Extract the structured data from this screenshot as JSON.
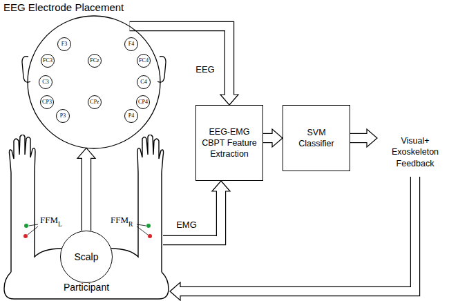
{
  "diagram": {
    "nodes": [
      {
        "text": [
          "EEG Electrode Placement"
        ]
      },
      {
        "text": [
          "F3"
        ],
        "in": 0
      },
      {
        "text": [
          "F4"
        ],
        "in": 0
      },
      {
        "text": [
          "FC3"
        ],
        "in": 0
      },
      {
        "text": [
          "FCz"
        ],
        "in": 0
      },
      {
        "text": [
          "FC4"
        ],
        "in": 0
      },
      {
        "text": [
          "C3"
        ],
        "in": 0
      },
      {
        "text": [
          "C4"
        ],
        "in": 0
      },
      {
        "text": [
          "CP3"
        ],
        "in": 0
      },
      {
        "text": [
          "CPz"
        ],
        "in": 0
      },
      {
        "text": [
          "CP4"
        ],
        "in": 0
      },
      {
        "text": [
          "P3"
        ],
        "in": 0
      },
      {
        "text": [
          "P4"
        ],
        "in": 0
      },
      {
        "text": [
          "Participant"
        ]
      },
      {
        "text": [
          "Scalp"
        ],
        "in": 13
      },
      {
        "text": [
          "EEG-EMG CBPT Feature Extraction"
        ]
      },
      {
        "text": [
          "SVM Classifier"
        ]
      },
      {
        "text": [
          "Visual+ Exoskeleton Feedback"
        ]
      }
    ],
    "edges": [
      {
        "from": 0,
        "to": 15,
        "arrow": "to",
        "label": "EEG"
      },
      {
        "from": 13,
        "to": 15,
        "arrow": "to",
        "label": "EMG"
      },
      {
        "from": 14,
        "to": 0,
        "arrow": "to"
      },
      {
        "from": 15,
        "to": 16,
        "arrow": "to"
      },
      {
        "from": 16,
        "to": 17,
        "arrow": "to"
      },
      {
        "from": 17,
        "to": 13,
        "arrow": "to"
      }
    ],
    "labels": [
      "FFM",
      "L",
      "FFM",
      "R"
    ]
  }
}
